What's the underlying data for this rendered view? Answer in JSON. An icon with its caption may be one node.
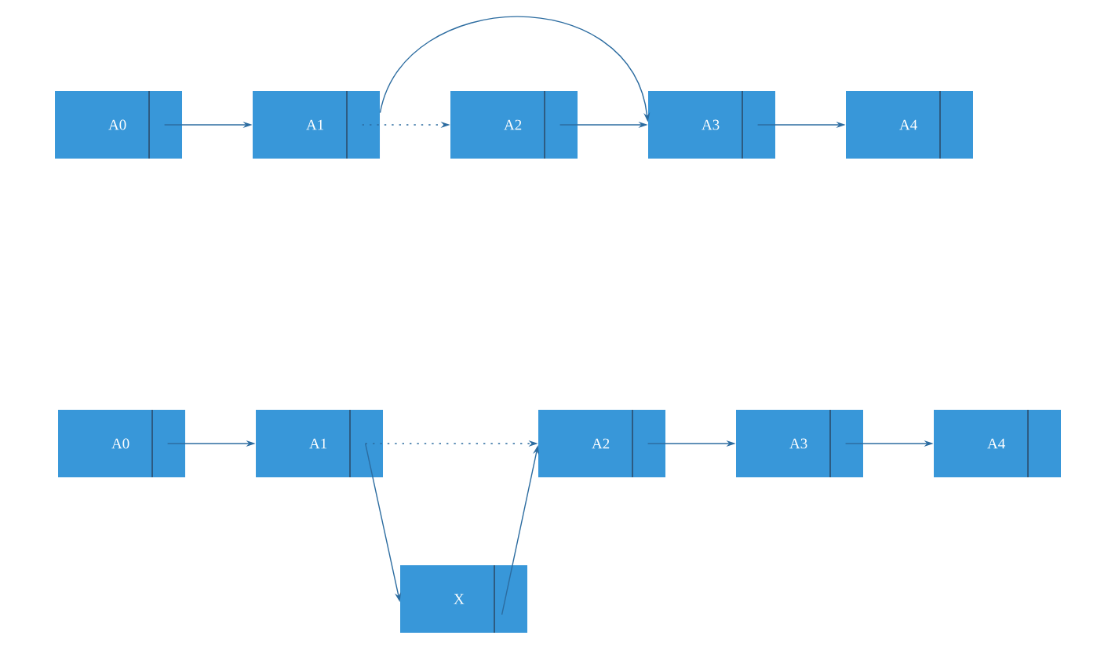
{
  "diagram": {
    "nodes": [
      {
        "text": [
          "A0"
        ]
      },
      {
        "text": [
          "A1"
        ]
      },
      {
        "text": [
          "A2"
        ]
      },
      {
        "text": [
          "A3"
        ]
      },
      {
        "text": [
          "A4"
        ]
      },
      {
        "text": [
          "A0"
        ]
      },
      {
        "text": [
          "A1"
        ]
      },
      {
        "text": [
          "A2"
        ]
      },
      {
        "text": [
          "A3"
        ]
      },
      {
        "text": [
          "A4"
        ]
      },
      {
        "text": [
          "X"
        ]
      }
    ],
    "edges": [
      {
        "from": 0,
        "to": 1,
        "arrow": "to"
      },
      {
        "from": 1,
        "to": 2,
        "arrow": "to",
        "style": "dashed"
      },
      {
        "from": 1,
        "to": 3,
        "arrow": "to"
      },
      {
        "from": 2,
        "to": 3,
        "arrow": "to"
      },
      {
        "from": 3,
        "to": 4,
        "arrow": "to"
      },
      {
        "from": 5,
        "to": 6,
        "arrow": "to"
      },
      {
        "from": 6,
        "to": 7,
        "arrow": "to",
        "style": "dashed"
      },
      {
        "from": 6,
        "to": 10,
        "arrow": "to"
      },
      {
        "from": 10,
        "to": 7,
        "arrow": "to"
      },
      {
        "from": 7,
        "to": 8,
        "arrow": "to"
      },
      {
        "from": 8,
        "to": 9,
        "arrow": "to"
      }
    ]
  }
}
